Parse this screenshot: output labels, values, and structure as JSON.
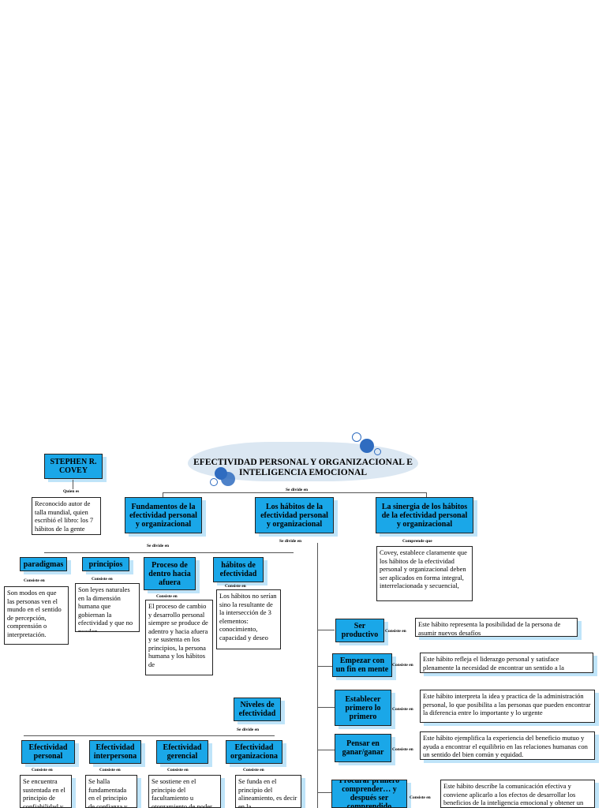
{
  "title": "EFECTIVIDAD PERSONAL Y ORGANIZACIONAL E INTELIGENCIA EMOCIONAL",
  "stephen": {
    "name": "STEPHEN R. COVEY",
    "connector": "Quien es",
    "description": "Reconocido autor de talla mundial, quien escribió el libro: los 7 hábitos de la gente"
  },
  "top_connector": "Se divide en",
  "branches": {
    "fundamentos": {
      "label": "Fundamentos de la efectividad personal y organizacional",
      "connector": "Se divide en"
    },
    "habitos": {
      "label": "Los hábitos de la efectividad personal y organizacional",
      "connector": "Se divide en"
    },
    "sinergia": {
      "label": "La sinergia de los hábitos de la efectividad personal y organizacional",
      "connector": "Comprende que",
      "description": "Covey, establece claramente que los hábitos de la efectividad personal y organizacional deben ser aplicados en forma integral, interrelacionada y secuencial,"
    }
  },
  "fundamentos_items": [
    {
      "label": "paradigmas",
      "connector": "Consiste en",
      "description": "Son modos en que las personas ven el mundo en el sentido de percepción, comprensión o interpretación."
    },
    {
      "label": "principios",
      "connector": "Consiste en",
      "description": "Son leyes naturales en la dimensión humana que gobiernan la efectividad y que no pueden"
    },
    {
      "label": "Proceso de dentro hacia afuera",
      "connector": "Consiste en",
      "description": "El proceso de cambio y desarrollo personal siempre se produce de adentro y hacia afuera y se sustenta en los principios, la persona humana y los hábitos de"
    },
    {
      "label": "hábitos de efectividad",
      "connector": "Consiste en",
      "description": "Los hábitos no serían sino la resultante de la intersección de 3 elementos: conocimiento, capacidad y deseo"
    }
  ],
  "niveles": {
    "label": "Niveles de efectividad",
    "connector": "Se divide en"
  },
  "niveles_items": [
    {
      "label": "Efectividad personal",
      "connector": "Consiste en",
      "description": "Se encuentra sustentada en el principio de confiabilidad y"
    },
    {
      "label": "Efectividad interpersona",
      "connector": "Consiste en",
      "description": "Se halla fundamentada en el principio de confianza y lo"
    },
    {
      "label": "Efectividad gerencial",
      "connector": "Consiste en",
      "description": "Se sostiene en el principio del facultamiento u otorgamiento de poder"
    },
    {
      "label": "Efectividad organizaciona",
      "connector": "Consiste en",
      "description": "Se funda en el principio del alineamiento, es decir en la"
    }
  ],
  "habitos_items": [
    {
      "label": "Ser productivo",
      "connector": "Consiste en",
      "description": "Este hábito representa la posibilidad de la persona de asumir nuevos desafíos"
    },
    {
      "label": "Empezar con un fin en mente",
      "connector": "Consiste en",
      "description": "Este hábito refleja el liderazgo personal y satisface plenamente la necesidad de encontrar un sentido a la existencia"
    },
    {
      "label": "Establecer primero lo primero",
      "connector": "Consiste en",
      "description": "Este hábito interpreta la idea y practica de la administración personal, lo que posibilita a las personas que pueden encontrar la diferencia entre lo importante y lo urgente"
    },
    {
      "label": "Pensar en ganar/ganar",
      "connector": "Consiste en",
      "description": "Este hábito ejemplifica la experiencia del beneficio mutuo y ayuda a encontrar el equilibrio en las relaciones humanas con un sentido del bien común y equidad."
    },
    {
      "label": "Procurar primero comprender… y después ser comprendido",
      "connector": "Consiste en",
      "description": "Este hábito describe la comunicación efectiva y conviene aplicarlo a los efectos de desarrollar los beneficios de la inteligencia emocional y obtener un"
    }
  ],
  "colors": {
    "box": "#1aa7e8",
    "shadow": "#bfe4f9",
    "banner": "#dbe7f2",
    "bubble": "#2f6cc0"
  }
}
